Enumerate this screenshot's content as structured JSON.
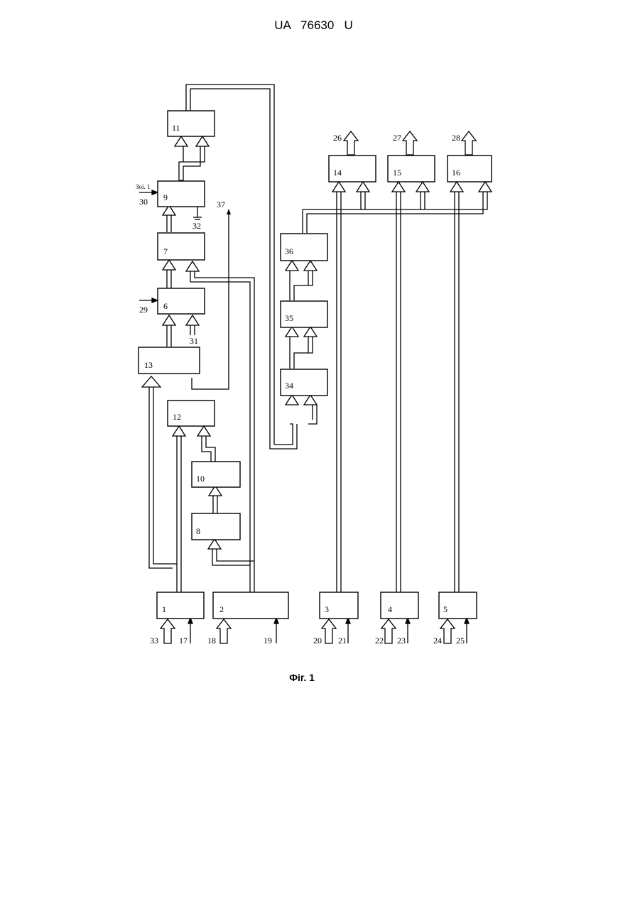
{
  "header": "UA   76630   U",
  "caption": "Фіг. 1",
  "blocks": [
    {
      "id": "b1",
      "label": "1"
    },
    {
      "id": "b2",
      "label": "2"
    },
    {
      "id": "b3",
      "label": "3"
    },
    {
      "id": "b4",
      "label": "4"
    },
    {
      "id": "b5",
      "label": "5"
    },
    {
      "id": "b6",
      "label": "6"
    },
    {
      "id": "b7",
      "label": "7"
    },
    {
      "id": "b8",
      "label": "8"
    },
    {
      "id": "b9",
      "label": "9"
    },
    {
      "id": "b10",
      "label": "10"
    },
    {
      "id": "b11",
      "label": "11"
    },
    {
      "id": "b12",
      "label": "12"
    },
    {
      "id": "b13",
      "label": "13"
    },
    {
      "id": "b14",
      "label": "14"
    },
    {
      "id": "b15",
      "label": "15"
    },
    {
      "id": "b16",
      "label": "16"
    },
    {
      "id": "b34",
      "label": "34"
    },
    {
      "id": "b35",
      "label": "35"
    },
    {
      "id": "b36",
      "label": "36"
    }
  ],
  "terminals": {
    "t17": "17",
    "t18": "18",
    "t19": "19",
    "t20": "20",
    "t21": "21",
    "t22": "22",
    "t23": "23",
    "t24": "24",
    "t25": "25",
    "t26": "26",
    "t27": "27",
    "t28": "28",
    "t29": "29",
    "t30": "30",
    "t31": "31",
    "t32": "32",
    "t33": "33",
    "t37": "37",
    "zoi": "Зоі. 1"
  }
}
